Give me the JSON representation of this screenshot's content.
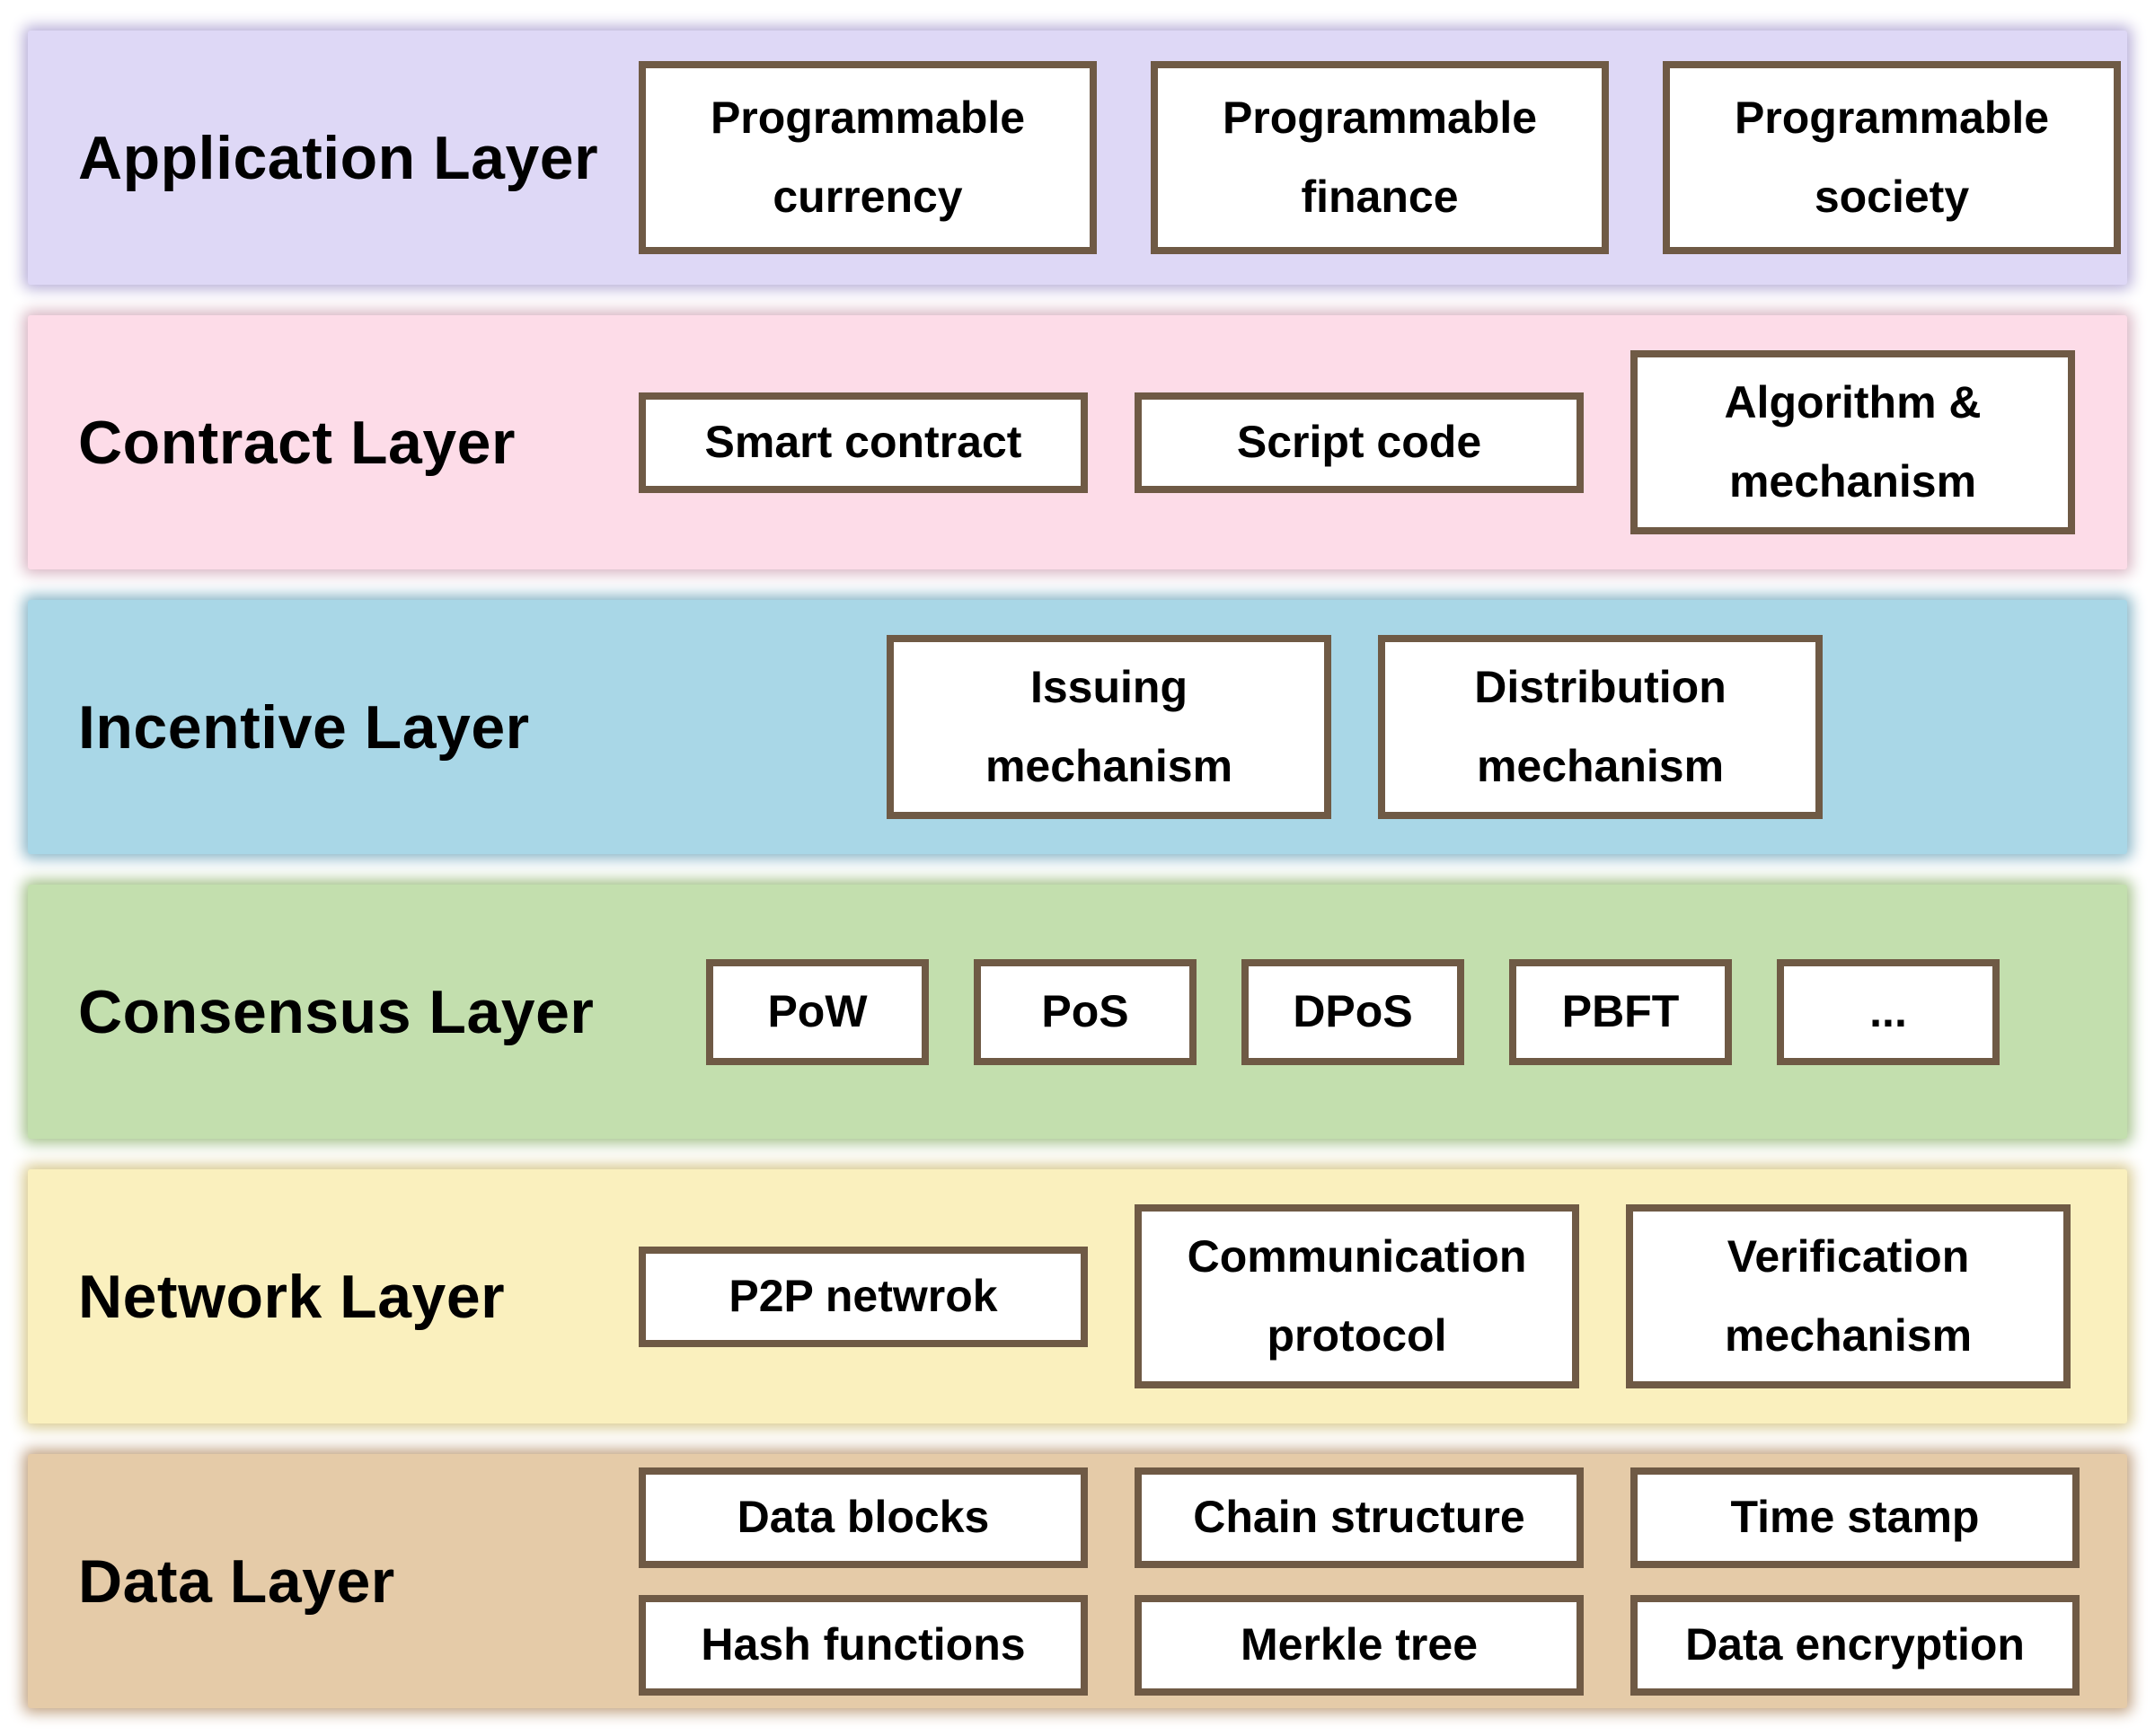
{
  "layers": [
    {
      "id": "application",
      "label": "Application Layer",
      "color": "#ded8f6",
      "glow": "#b7aed8",
      "items": [
        "Programmable\ncurrency",
        "Programmable\nfinance",
        "Programmable\nsociety"
      ]
    },
    {
      "id": "contract",
      "label": "Contract Layer",
      "color": "#fddce8",
      "glow": "#d8b4c2",
      "items": [
        "Smart contract",
        "Script code",
        "Algorithm &\nmechanism"
      ]
    },
    {
      "id": "incentive",
      "label": "Incentive Layer",
      "color": "#a9d7e7",
      "glow": "#86b4c6",
      "items": [
        "Issuing\nmechanism",
        "Distribution\nmechanism"
      ]
    },
    {
      "id": "consensus",
      "label": "Consensus Layer",
      "color": "#c3dfae",
      "glow": "#a2c088",
      "items": [
        "PoW",
        "PoS",
        "DPoS",
        "PBFT",
        "..."
      ]
    },
    {
      "id": "network",
      "label": "Network Layer",
      "color": "#faf0be",
      "glow": "#d8c98d",
      "items": [
        "P2P netwrok",
        "Communication\nprotocol",
        "Verification\nmechanism"
      ]
    },
    {
      "id": "data",
      "label": "Data Layer",
      "color": "#e5cba8",
      "glow": "#c0a180",
      "items": [
        "Data blocks",
        "Chain structure",
        "Time stamp",
        "Hash functions",
        "Merkle tree",
        "Data encryption"
      ]
    }
  ],
  "style_colors": {
    "box_border": "#6f5a45",
    "box_bg": "#ffffff",
    "text": "#000000",
    "page_bg": "#ffffff"
  }
}
